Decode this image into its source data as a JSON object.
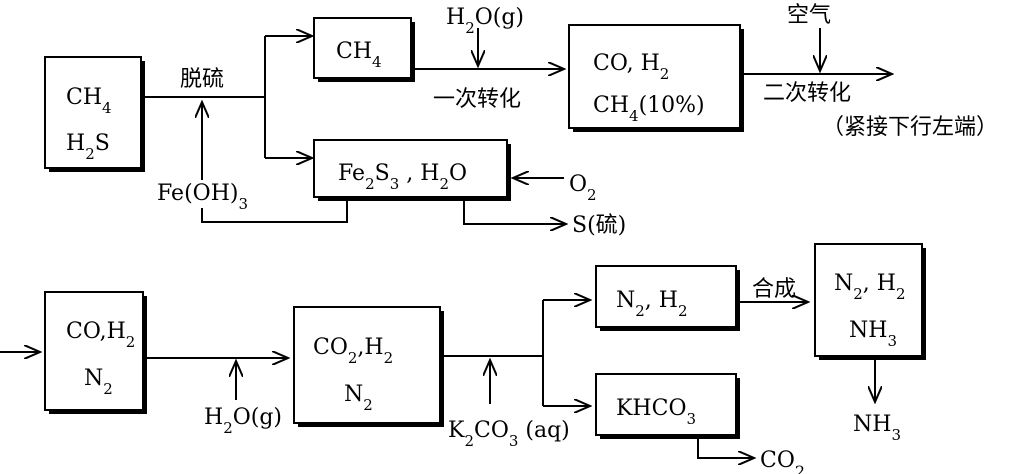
{
  "feed": {
    "line1": "CH",
    "line1_sub": "4",
    "line2": "H",
    "line2_sub": "2",
    "line2_tail": "S"
  },
  "desulfurization": {
    "label": "脱硫"
  },
  "ch4_box": {
    "main": "CH",
    "sub": "4"
  },
  "steam_top": {
    "a": "H",
    "sub": "2",
    "b": "O(g)"
  },
  "primary_reforming": {
    "label": "一次转化"
  },
  "reformed_box": {
    "line1": "CO, H",
    "line1_sub": "2",
    "line2": "CH",
    "line2_sub": "4",
    "line2_tail": "(10%)"
  },
  "air": {
    "label": "空气"
  },
  "secondary_reforming": {
    "label": "二次转化"
  },
  "continue_note": {
    "label": "（紧接下行左端）"
  },
  "feoh3": {
    "a": "Fe(OH)",
    "sub": "3"
  },
  "fe2s3_box": {
    "a": "Fe",
    "sub1": "2",
    "b": "S",
    "sub2": "3",
    "c": " , H",
    "sub3": "2",
    "d": "O"
  },
  "oxygen": {
    "a": "O",
    "sub": "2"
  },
  "sulfur": {
    "label": "S(硫)"
  },
  "co_n2_box": {
    "line1": "CO,H",
    "line1_sub": "2",
    "line2": "N",
    "line2_sub": "2"
  },
  "steam_bottom": {
    "a": "H",
    "sub": "2",
    "b": "O(g)"
  },
  "co2_box": {
    "line1a": "CO",
    "line1_sub1": "2",
    "line1b": ",H",
    "line1_sub2": "2",
    "line2": "N",
    "line2_sub": "2"
  },
  "k2co3": {
    "a": "K",
    "sub1": "2",
    "b": "CO",
    "sub2": "3",
    "c": " (aq)"
  },
  "n2h2_box": {
    "a": "N",
    "sub1": "2",
    "b": ", H",
    "sub2": "2"
  },
  "synthesis": {
    "label": "合成"
  },
  "product_box": {
    "line1a": "N",
    "line1_sub1": "2",
    "line1b": ", H",
    "line1_sub2": "2",
    "line2": "NH",
    "line2_sub": "3"
  },
  "nh3_out": {
    "a": "NH",
    "sub": "3"
  },
  "khco3_box": {
    "a": "KHCO",
    "sub": "3"
  },
  "co2_out": {
    "a": "CO",
    "sub": "2"
  }
}
